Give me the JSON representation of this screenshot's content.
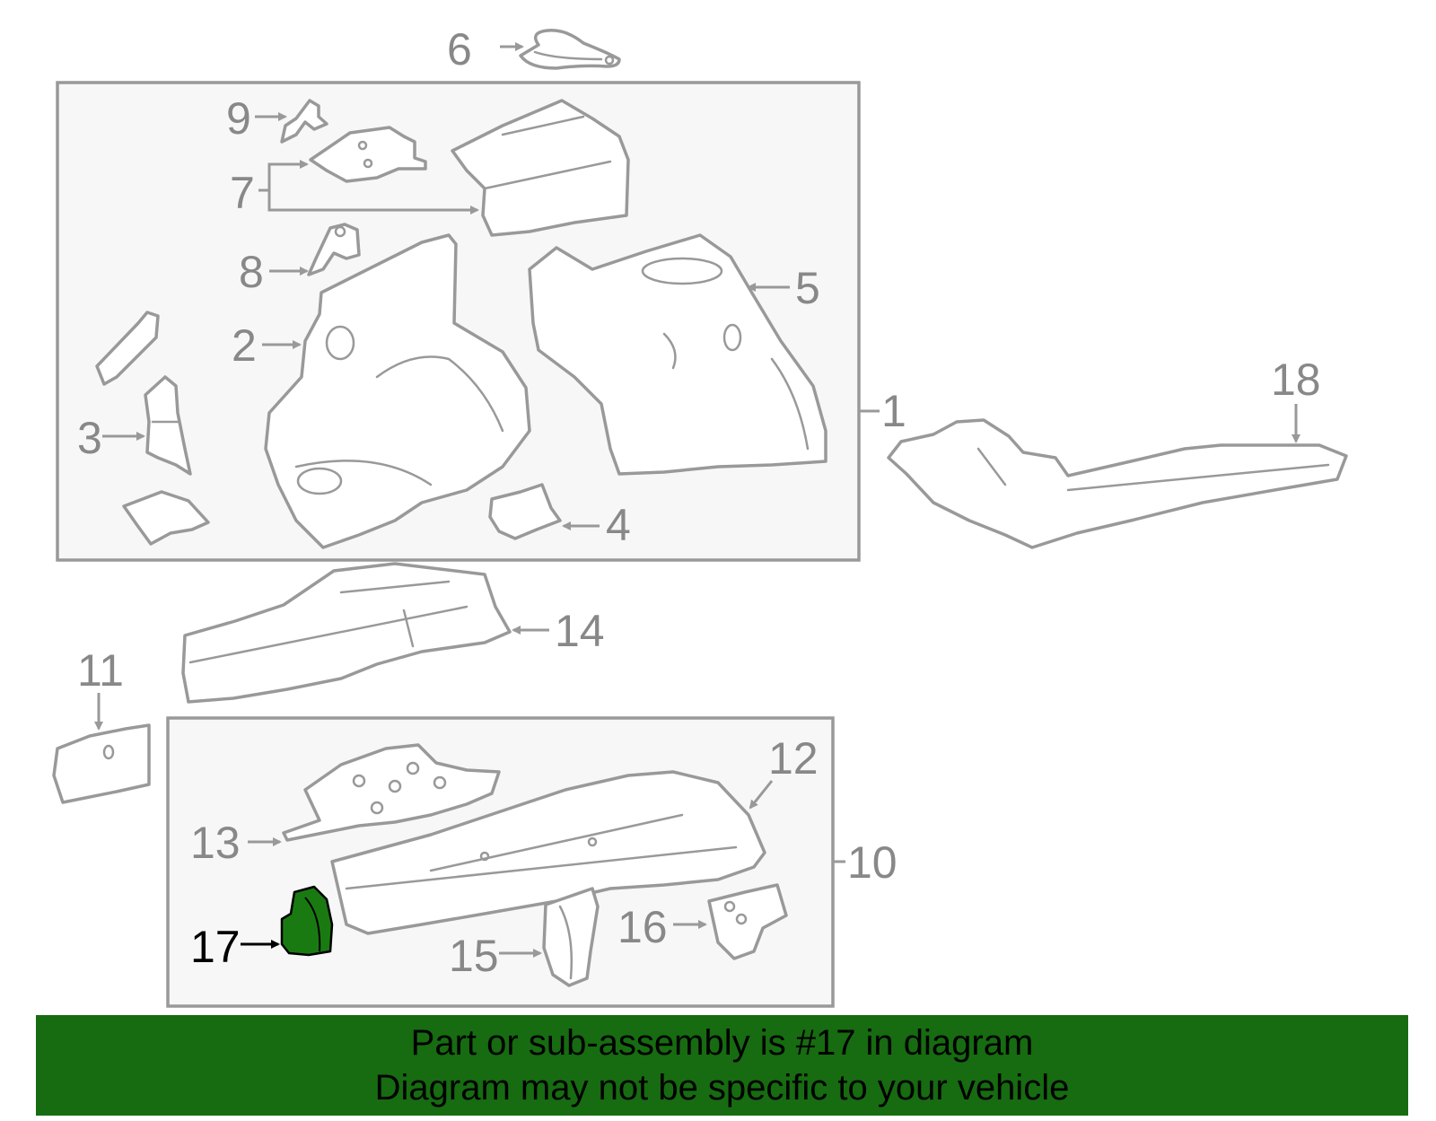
{
  "diagram": {
    "highlight_color": "#1a7a12",
    "part_stroke_color": "#999999",
    "callouts": {
      "c1": "1",
      "c2": "2",
      "c3": "3",
      "c4": "4",
      "c5": "5",
      "c6": "6",
      "c7": "7",
      "c8": "8",
      "c9": "9",
      "c10": "10",
      "c11": "11",
      "c12": "12",
      "c13": "13",
      "c14": "14",
      "c15": "15",
      "c16": "16",
      "c17": "17",
      "c18": "18"
    },
    "highlighted_part": "17"
  },
  "banner": {
    "line1": "Part or sub-assembly is #17 in diagram",
    "line2": "Diagram may not be specific to your vehicle",
    "background": "#176b11"
  }
}
